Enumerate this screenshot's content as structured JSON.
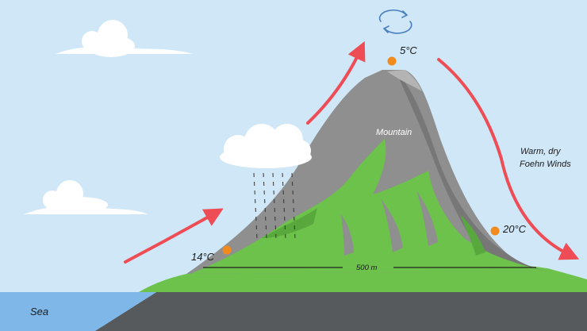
{
  "labels": {
    "sea": "Sea",
    "mountain": "Mountain",
    "temp_windward": "14°C",
    "temp_peak": "5°C",
    "temp_leeward": "20°C",
    "wind_line1": "Warm, dry",
    "wind_line2": "Foehn Winds",
    "distance": "500 m"
  },
  "colors": {
    "sky": "#cfe7f7",
    "sea": "#7fb8e8",
    "ground": "#575a5c",
    "grass": "#6cc24a",
    "rock": "#8f8f8f",
    "arrow": "#ef4d55",
    "sun_dot": "#f28a1e",
    "cycle_icon": "#4a7fbf"
  }
}
